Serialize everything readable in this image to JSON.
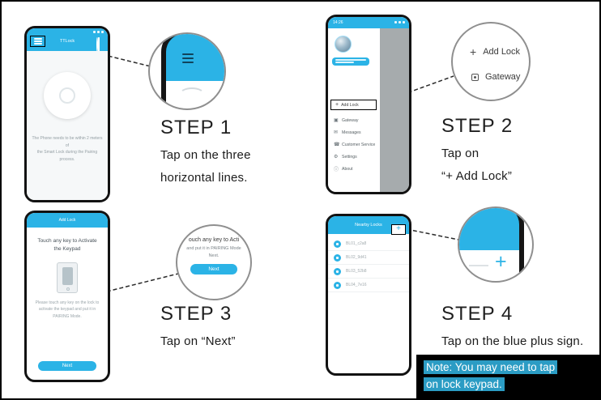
{
  "colors": {
    "app_blue": "#2bb3e6",
    "note_highlight": "#2b9cc4",
    "note_background": "#000000"
  },
  "steps": [
    {
      "title": "STEP 1",
      "lines": [
        "Tap on the three",
        "horizontal lines."
      ]
    },
    {
      "title": "STEP 2",
      "lines": [
        "Tap on",
        "“+ Add Lock”"
      ]
    },
    {
      "title": "STEP 3",
      "lines": [
        "Tap on “Next”"
      ]
    },
    {
      "title": "STEP 4",
      "lines": [
        "Tap on the blue plus sign."
      ]
    }
  ],
  "phone1": {
    "app_title": "TTLock",
    "caption": [
      "The Phone needs to be within 2 meters of",
      "the Smart Lock during the Pairing process."
    ]
  },
  "phone2": {
    "time": "14:26",
    "add_lock": {
      "plus": "+",
      "label": "Add Lock"
    },
    "menu": [
      {
        "icon": "gateway-icon",
        "glyph": "▣",
        "label": "Gateway"
      },
      {
        "icon": "messages-icon",
        "glyph": "✉",
        "label": "Messages"
      },
      {
        "icon": "customer-service-icon",
        "glyph": "☎",
        "label": "Customer Service"
      },
      {
        "icon": "settings-icon",
        "glyph": "⚙",
        "label": "Settings"
      },
      {
        "icon": "about-icon",
        "glyph": "ⓘ",
        "label": "About"
      }
    ]
  },
  "callout2": {
    "add_lock_plus": "+",
    "add_lock_label": "Add Lock",
    "gateway_label": "Gateway"
  },
  "phone3": {
    "header_title": "Add Lock",
    "heading": [
      "Touch any key to Activate",
      "the Keypad"
    ],
    "body": [
      "Please touch any key on the lock to",
      "activate the keypad and put it in",
      "PAIRING Mode."
    ],
    "next_label": "Next"
  },
  "callout3": {
    "lines": [
      "ouch any key to Acti",
      "and put it in PAIRING Mode",
      "Next."
    ],
    "button_label": "Next"
  },
  "phone4": {
    "header_title": "Nearby Locks",
    "plus": "+",
    "locks": [
      "BL01_c2a8",
      "BL02_9d41",
      "BL03_52b8",
      "BL04_7e16"
    ]
  },
  "callout4": {
    "plus": "+"
  },
  "note": {
    "line1": "Note: You may need to tap",
    "line2": "on lock keypad."
  }
}
